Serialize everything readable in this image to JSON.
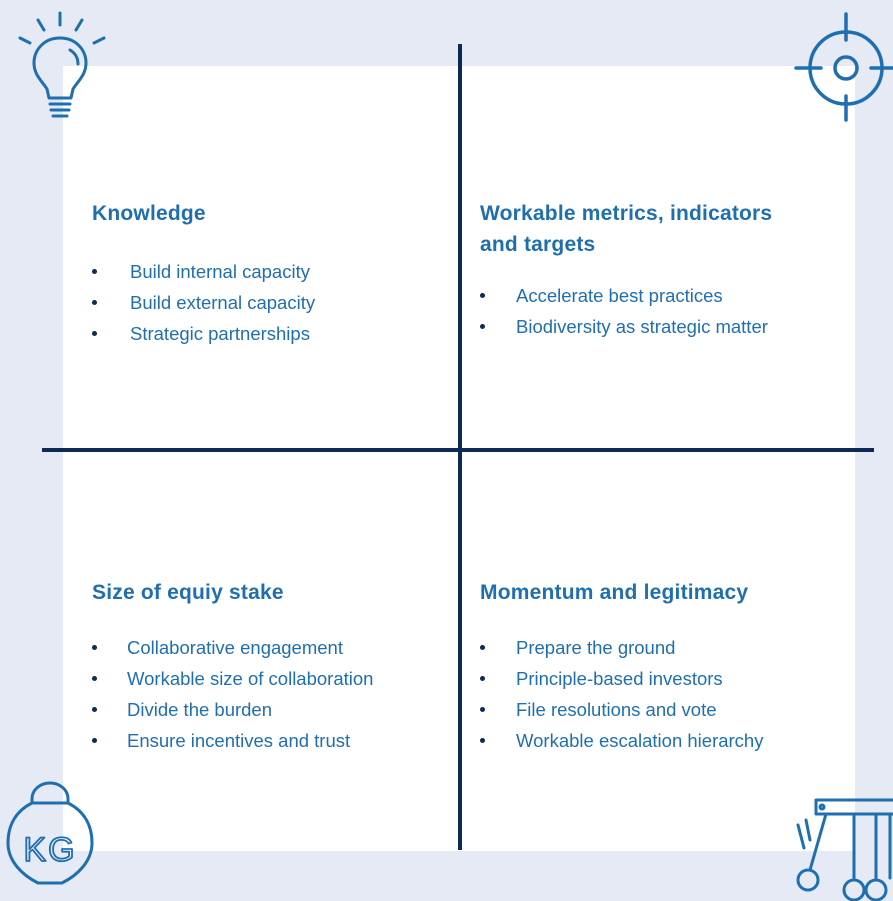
{
  "colors": {
    "background": "#e5eaf4",
    "panel": "#ffffff",
    "divider": "#0d2a55",
    "heading": "#1f6fb0",
    "icon": "#1f6fb0"
  },
  "icons": {
    "top_left": "lightbulb-icon",
    "top_right": "target-crosshair-icon",
    "bottom_left": "kettlebell-icon",
    "bottom_right": "newtons-cradle-icon",
    "weight_label": "KG"
  },
  "quadrants": {
    "top_left": {
      "title": "Knowledge",
      "items": [
        "Build internal capacity",
        "Build external capacity",
        "Strategic partnerships"
      ]
    },
    "top_right": {
      "title_line1": "Workable metrics, indicators",
      "title_line2": "and targets",
      "items": [
        "Accelerate best practices",
        "Biodiversity as strategic matter"
      ]
    },
    "bottom_left": {
      "title": "Size of equiy stake",
      "items": [
        "Collaborative engagement",
        "Workable size of collaboration",
        "Divide the burden",
        "Ensure incentives and trust"
      ]
    },
    "bottom_right": {
      "title": "Momentum and legitimacy",
      "items": [
        "Prepare the ground",
        "Principle-based investors",
        "File resolutions and vote",
        "Workable escalation hierarchy"
      ]
    }
  }
}
